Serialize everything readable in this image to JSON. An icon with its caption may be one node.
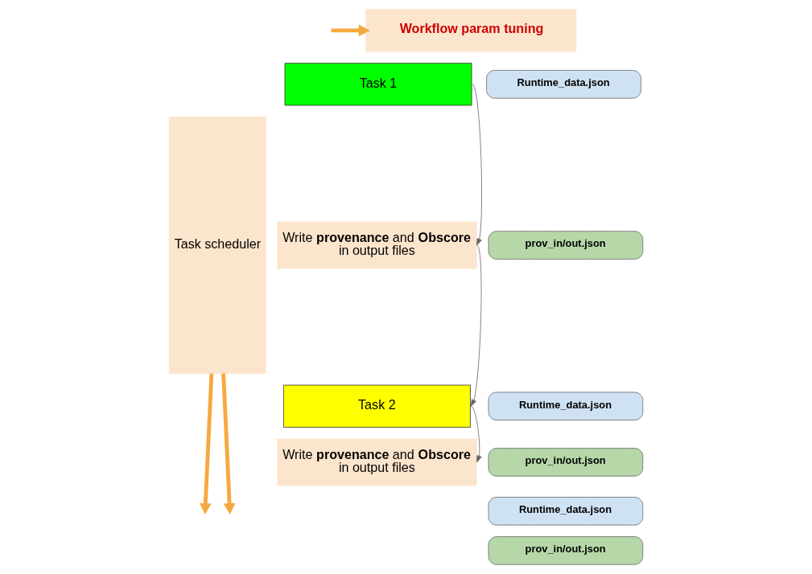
{
  "diagram": {
    "nodes": [
      {
        "text": [
          "Task scheduler"
        ]
      },
      {
        "text": [
          "Workflow param tuning"
        ]
      },
      {
        "text": [
          "Task 1"
        ]
      },
      {
        "text": [
          "Write **provenance** and **Obscore** in output files"
        ]
      },
      {
        "text": [
          "Task 2"
        ]
      },
      {
        "text": [
          "Write **provenance** and **Obscore** in output files"
        ]
      },
      {
        "text": [
          "Runtime_data.json"
        ]
      },
      {
        "text": [
          "prov_in/out.json"
        ]
      },
      {
        "text": [
          "Runtime_data.json"
        ]
      },
      {
        "text": [
          "prov_in/out.json"
        ]
      },
      {
        "text": [
          "Runtime_data.json"
        ]
      },
      {
        "text": [
          "prov_in/out.json"
        ]
      }
    ],
    "edges": [
      {
        "from": null,
        "to": 1,
        "arrow": "to",
        "style": "thick",
        "color": "#f6a83f"
      },
      {
        "from": 2,
        "to": 3,
        "arrow": "to",
        "color": "#666666"
      },
      {
        "from": 3,
        "to": 4,
        "arrow": "to",
        "color": "#666666"
      },
      {
        "from": 4,
        "to": 5,
        "arrow": "to",
        "color": "#666666"
      },
      {
        "from": 0,
        "to": null,
        "arrow": "to",
        "style": "thick",
        "color": "#f6a83f"
      },
      {
        "from": 0,
        "to": null,
        "arrow": "to",
        "style": "thick",
        "color": "#f6a83f"
      }
    ]
  }
}
